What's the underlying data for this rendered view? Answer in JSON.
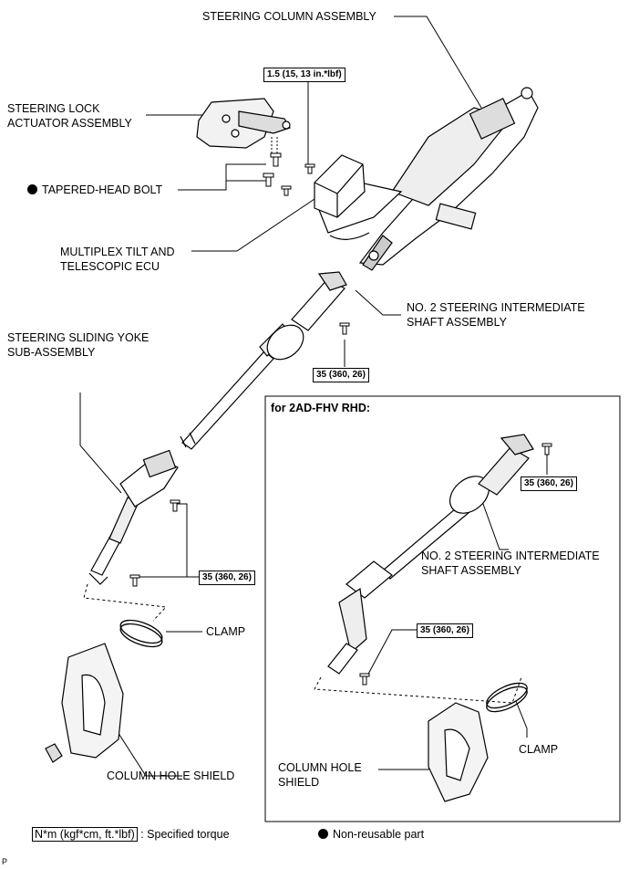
{
  "labels": {
    "steering_column_assembly": "STEERING COLUMN ASSEMBLY",
    "steering_lock_actuator_line1": "STEERING LOCK",
    "steering_lock_actuator_line2": "ACTUATOR ASSEMBLY",
    "tapered_head_bolt": "TAPERED-HEAD BOLT",
    "multiplex_ecu_line1": "MULTIPLEX TILT AND",
    "multiplex_ecu_line2": "TELESCOPIC ECU",
    "no2_shaft_line1": "NO. 2 STEERING INTERMEDIATE",
    "no2_shaft_line2": "SHAFT ASSEMBLY",
    "sliding_yoke_line1": "STEERING SLIDING YOKE",
    "sliding_yoke_line2": "SUB-ASSEMBLY",
    "clamp": "CLAMP",
    "column_hole_shield": "COLUMN HOLE SHIELD"
  },
  "torque": {
    "lock_bolt": "1.5 (15, 13 in.*lbf)",
    "intermediate": "35 (360, 26)",
    "yoke": "35 (360, 26)"
  },
  "inset": {
    "title": "for 2AD-FHV RHD:",
    "no2_shaft_line1": "NO. 2 STEERING INTERMEDIATE",
    "no2_shaft_line2": "SHAFT ASSEMBLY",
    "torque_top": "35 (360, 26)",
    "torque_bottom": "35 (360, 26)",
    "clamp": "CLAMP",
    "column_hole_shield_line1": "COLUMN HOLE",
    "column_hole_shield_line2": "SHIELD"
  },
  "legend": {
    "torque_unit": "N*m (kgf*cm, ft.*lbf)",
    "torque_desc": ": Specified torque",
    "non_reusable": "Non-reusable part"
  },
  "corner_code": "P"
}
